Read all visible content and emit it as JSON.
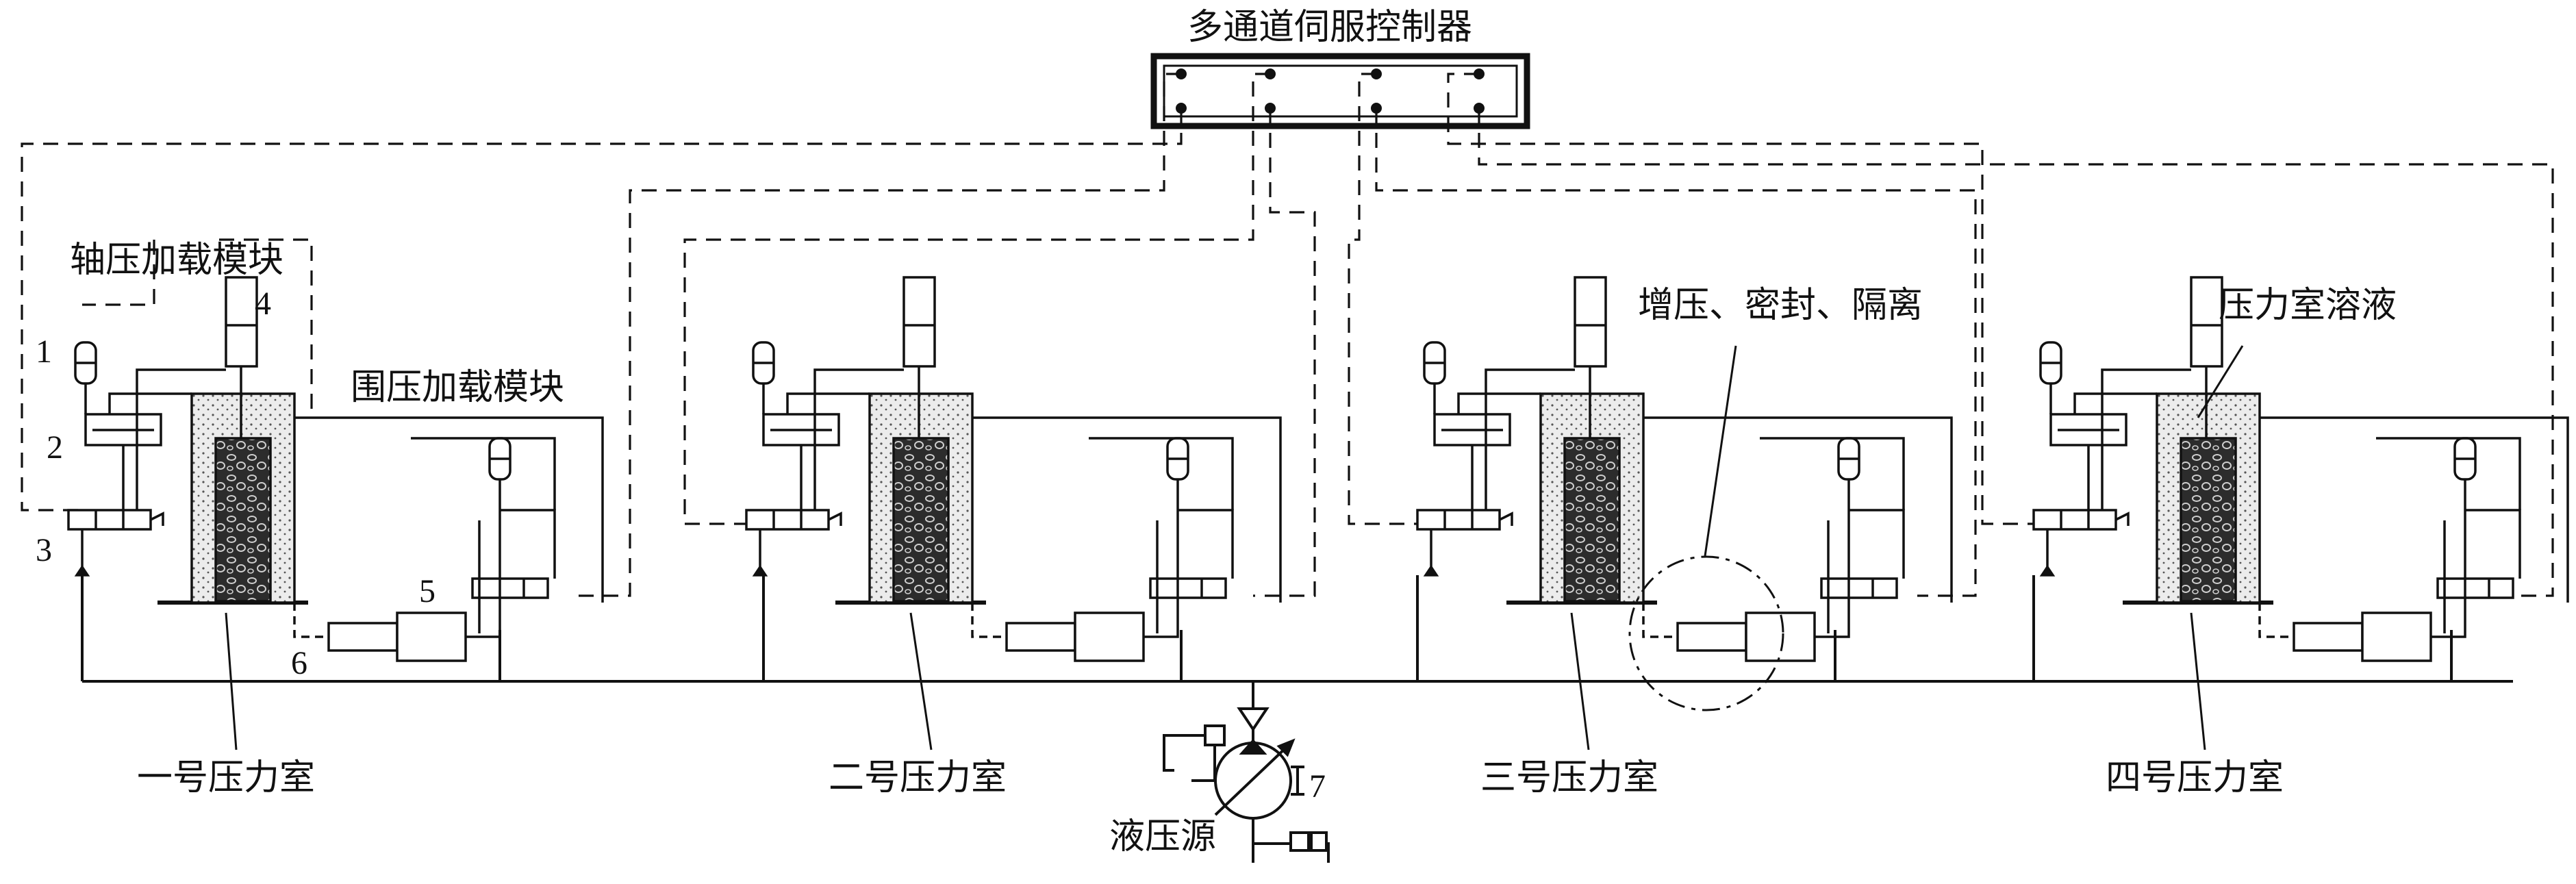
{
  "controller": {
    "title": "多通道伺服控制器"
  },
  "chambers": [
    {
      "label": "一号压力室"
    },
    {
      "label": "二号压力室"
    },
    {
      "label": "三号压力室"
    },
    {
      "label": "四号压力室"
    }
  ],
  "annotations": {
    "axial_module": "轴压加载模块",
    "confining_module": "围压加载模块",
    "booster_seal": "增压、密封、隔离",
    "chamber_fluid": "压力室溶液",
    "hydraulic_source": "液压源"
  },
  "part_numbers": {
    "n1": "1",
    "n2": "2",
    "n3": "3",
    "n4": "4",
    "n5": "5",
    "n6": "6",
    "n7": "7"
  },
  "colors": {
    "line": "#111111",
    "background": "#ffffff",
    "specimen": "#2a2a2a",
    "chamber_fill": "#e9e9e9"
  }
}
